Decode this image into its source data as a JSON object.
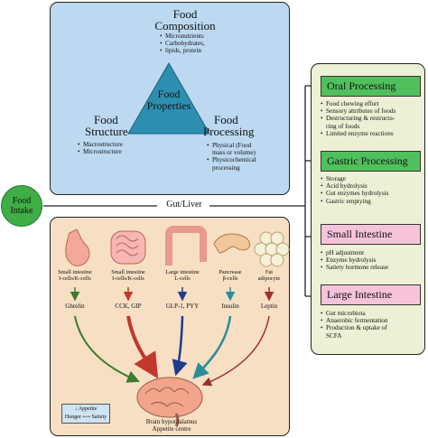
{
  "composition": {
    "title_line1": "Food",
    "title_line2": "Composition",
    "items": [
      "Micronutrients",
      "Carbohydrates,",
      "lipids, protein"
    ]
  },
  "properties": {
    "line1": "Food",
    "line2": "Properties"
  },
  "structure": {
    "title_line1": "Food",
    "title_line2": "Structure",
    "items": [
      "Macrostructure",
      "Microstructure"
    ]
  },
  "processing": {
    "title_line1": "Food",
    "title_line2": "Processing",
    "items": [
      "Physical (Food",
      "mass or volume)",
      "Physicochemical",
      "processing"
    ]
  },
  "food_intake": {
    "line1": "Food",
    "line2": "Intake"
  },
  "gut_liver": "Gut/Liver",
  "organs": [
    {
      "label": [
        "Small intestine",
        "I-cells/K-cells"
      ],
      "hormone": "Ghrelin"
    },
    {
      "label": [
        "Small intestine",
        "I-cells/K-cells"
      ],
      "hormone": "CCK, GIP"
    },
    {
      "label": [
        "Large intestine",
        "L-cells"
      ],
      "hormone": "GLP-1, PYY"
    },
    {
      "label": [
        "Pancrease",
        "β-cells"
      ],
      "hormone": "Insulin"
    },
    {
      "label": [
        "Fat",
        "adipocyte"
      ],
      "hormone": "Leptin"
    }
  ],
  "legend": {
    "line1": "↓ Appetite",
    "line2": "Hunger ⟷ Satiety"
  },
  "brain": {
    "line1": "Brain hypothalamus",
    "line2": "Appetite centre"
  },
  "stages": [
    {
      "title": "Oral Processing",
      "items": [
        "Food chewing effort",
        "Sensory attributes of foods",
        "Destructuring & restructu-",
        "ring of foods",
        "Limited enzyme reactions"
      ],
      "bullets": [
        true,
        true,
        true,
        false,
        true
      ]
    },
    {
      "title": "Gastric Processing",
      "items": [
        "Storage",
        "Acid hydrolysis",
        "Gut enzymes hydrolysis",
        "Gastric emptying"
      ],
      "bullets": [
        true,
        true,
        true,
        true
      ]
    },
    {
      "title": "Small Intestine",
      "items": [
        "pH adjustment",
        "Enzyme hydrolysis",
        "Satiety hormone release"
      ],
      "bullets": [
        true,
        true,
        true
      ]
    },
    {
      "title": "Large Intestine",
      "items": [
        "Gut microbiota",
        "Anaerobic fermentation",
        "Production & uptake of",
        "SCFA"
      ],
      "bullets": [
        true,
        true,
        true,
        false
      ]
    }
  ],
  "colors": {
    "top_panel": "#bcd9f1",
    "triangle": "#2d8fb0",
    "bottom_panel": "#f7dfc4",
    "right_panel": "#eef0d5",
    "green_header": "#4fc05c",
    "pink_header": "#f6c3da",
    "food_intake": "#3fae47",
    "brain": "#f1a68c"
  }
}
